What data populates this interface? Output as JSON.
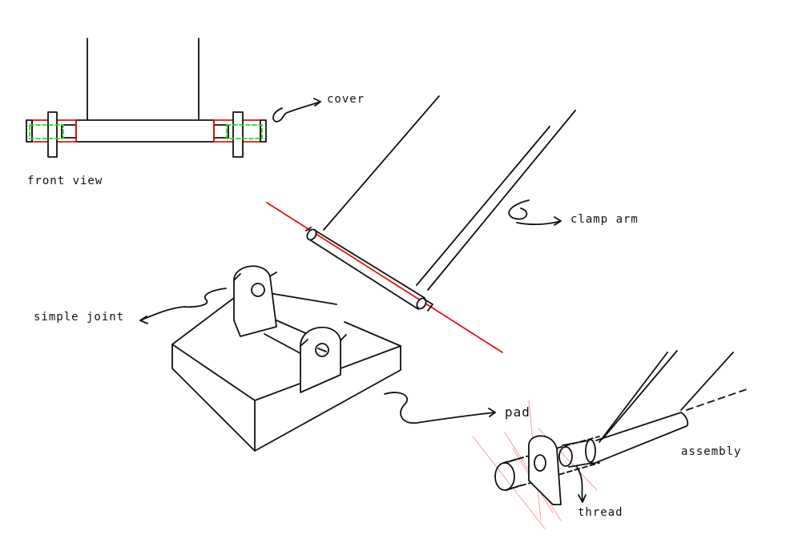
{
  "labels": {
    "cover": "cover",
    "front_view": "front view",
    "clamp_arm": "clamp arm",
    "simple_joint": "simple joint",
    "pad": "pad",
    "assembly": "assembly",
    "thread": "thread"
  },
  "colors": {
    "ink": "#111111",
    "red": "#e81010",
    "green": "#22dd22",
    "light_red": "#f4a0a0"
  }
}
